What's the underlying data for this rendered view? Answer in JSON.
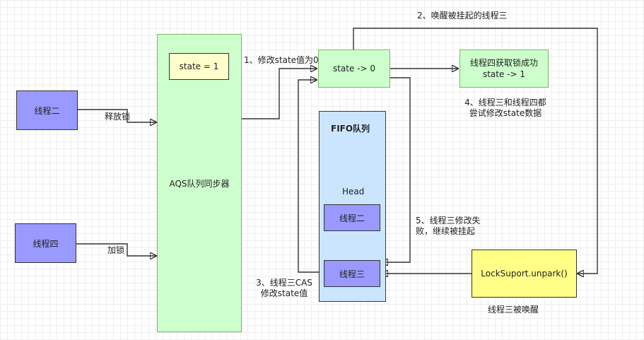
{
  "nodes": {
    "thread2_left": "线程二",
    "thread4_left": "线程四",
    "aqs": "AQS队列同步器",
    "state_eq_1": "state = 1",
    "state_to_0": "state -> 0",
    "thread4_acquire_line1": "线程四获取锁成功",
    "thread4_acquire_line2": "state -> 1",
    "fifo_title": "FIFO队列",
    "head": "Head",
    "queue_thread2": "线程二",
    "queue_thread3": "线程三",
    "unpark": "LockSuport.unpark()"
  },
  "labels": {
    "release_lock": "释放锁",
    "add_lock": "加锁",
    "step1": "1、修改state值为0",
    "step2": "2、唤醒被挂起的线程三",
    "step3_line1": "3、线程三CAS",
    "step3_line2": "修改state值",
    "step4_line1": "4、线程三和线程四都",
    "step4_line2": "尝试修改state数据",
    "step5_line1": "5、线程三修改失",
    "step5_line2": "败，继续被挂起",
    "thread3_woken": "线程三被唤醒"
  },
  "colors": {
    "thread_box": "#9999ff",
    "green_box": "#ccffcc",
    "queue_box": "#cce5ff",
    "unpark_box": "#ffff88",
    "state_box": "#ffffcc"
  }
}
